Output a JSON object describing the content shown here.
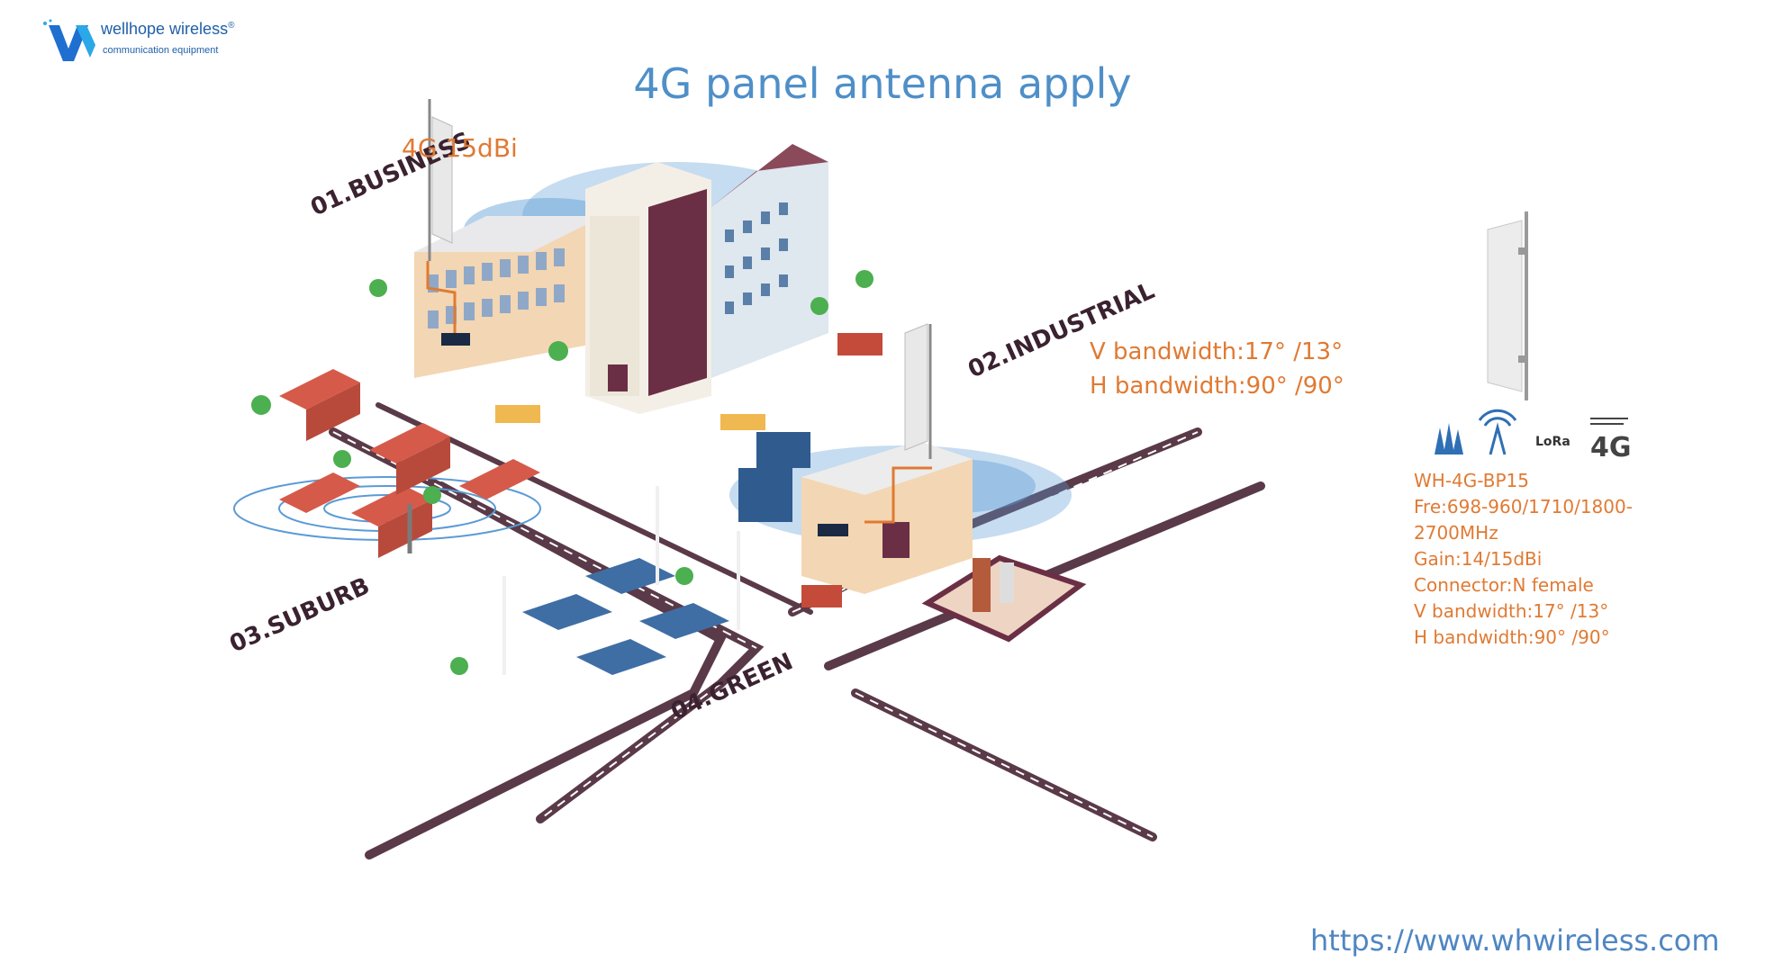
{
  "brand": {
    "name": "wellhope wireless",
    "registered": "®",
    "tagline": "communication equipment"
  },
  "title": "4G panel antenna apply",
  "antenna_label": "4G 15dBi",
  "top_bandwidth": {
    "v": "V bandwidth:17°  /13°",
    "h": "H bandwidth:90°  /90°"
  },
  "zones": [
    {
      "num": "01",
      "name": "BUSINESS"
    },
    {
      "num": "02",
      "name": "INDUSTRIAL"
    },
    {
      "num": "03",
      "name": "SUBURB"
    },
    {
      "num": "04",
      "name": "GREEN"
    }
  ],
  "product": {
    "model": "WH-4G-BP15",
    "freq_line1": "Fre:698-960/1710/1800-",
    "freq_line2": "2700MHz",
    "gain": "Gain:14/15dBi",
    "connector": "Connector:N female",
    "v_bandwidth": "V bandwidth:17°  /13°",
    "h_bandwidth": "H bandwidth:90°  /90°"
  },
  "tech_icons": {
    "lora": "LoRa",
    "g4": "4G"
  },
  "website": "https://www.whwireless.com",
  "colors": {
    "title": "#4f8fc8",
    "accent_orange": "#e07a33",
    "road": "#5a3a48",
    "coverage_blue": "#5b9bd5"
  }
}
